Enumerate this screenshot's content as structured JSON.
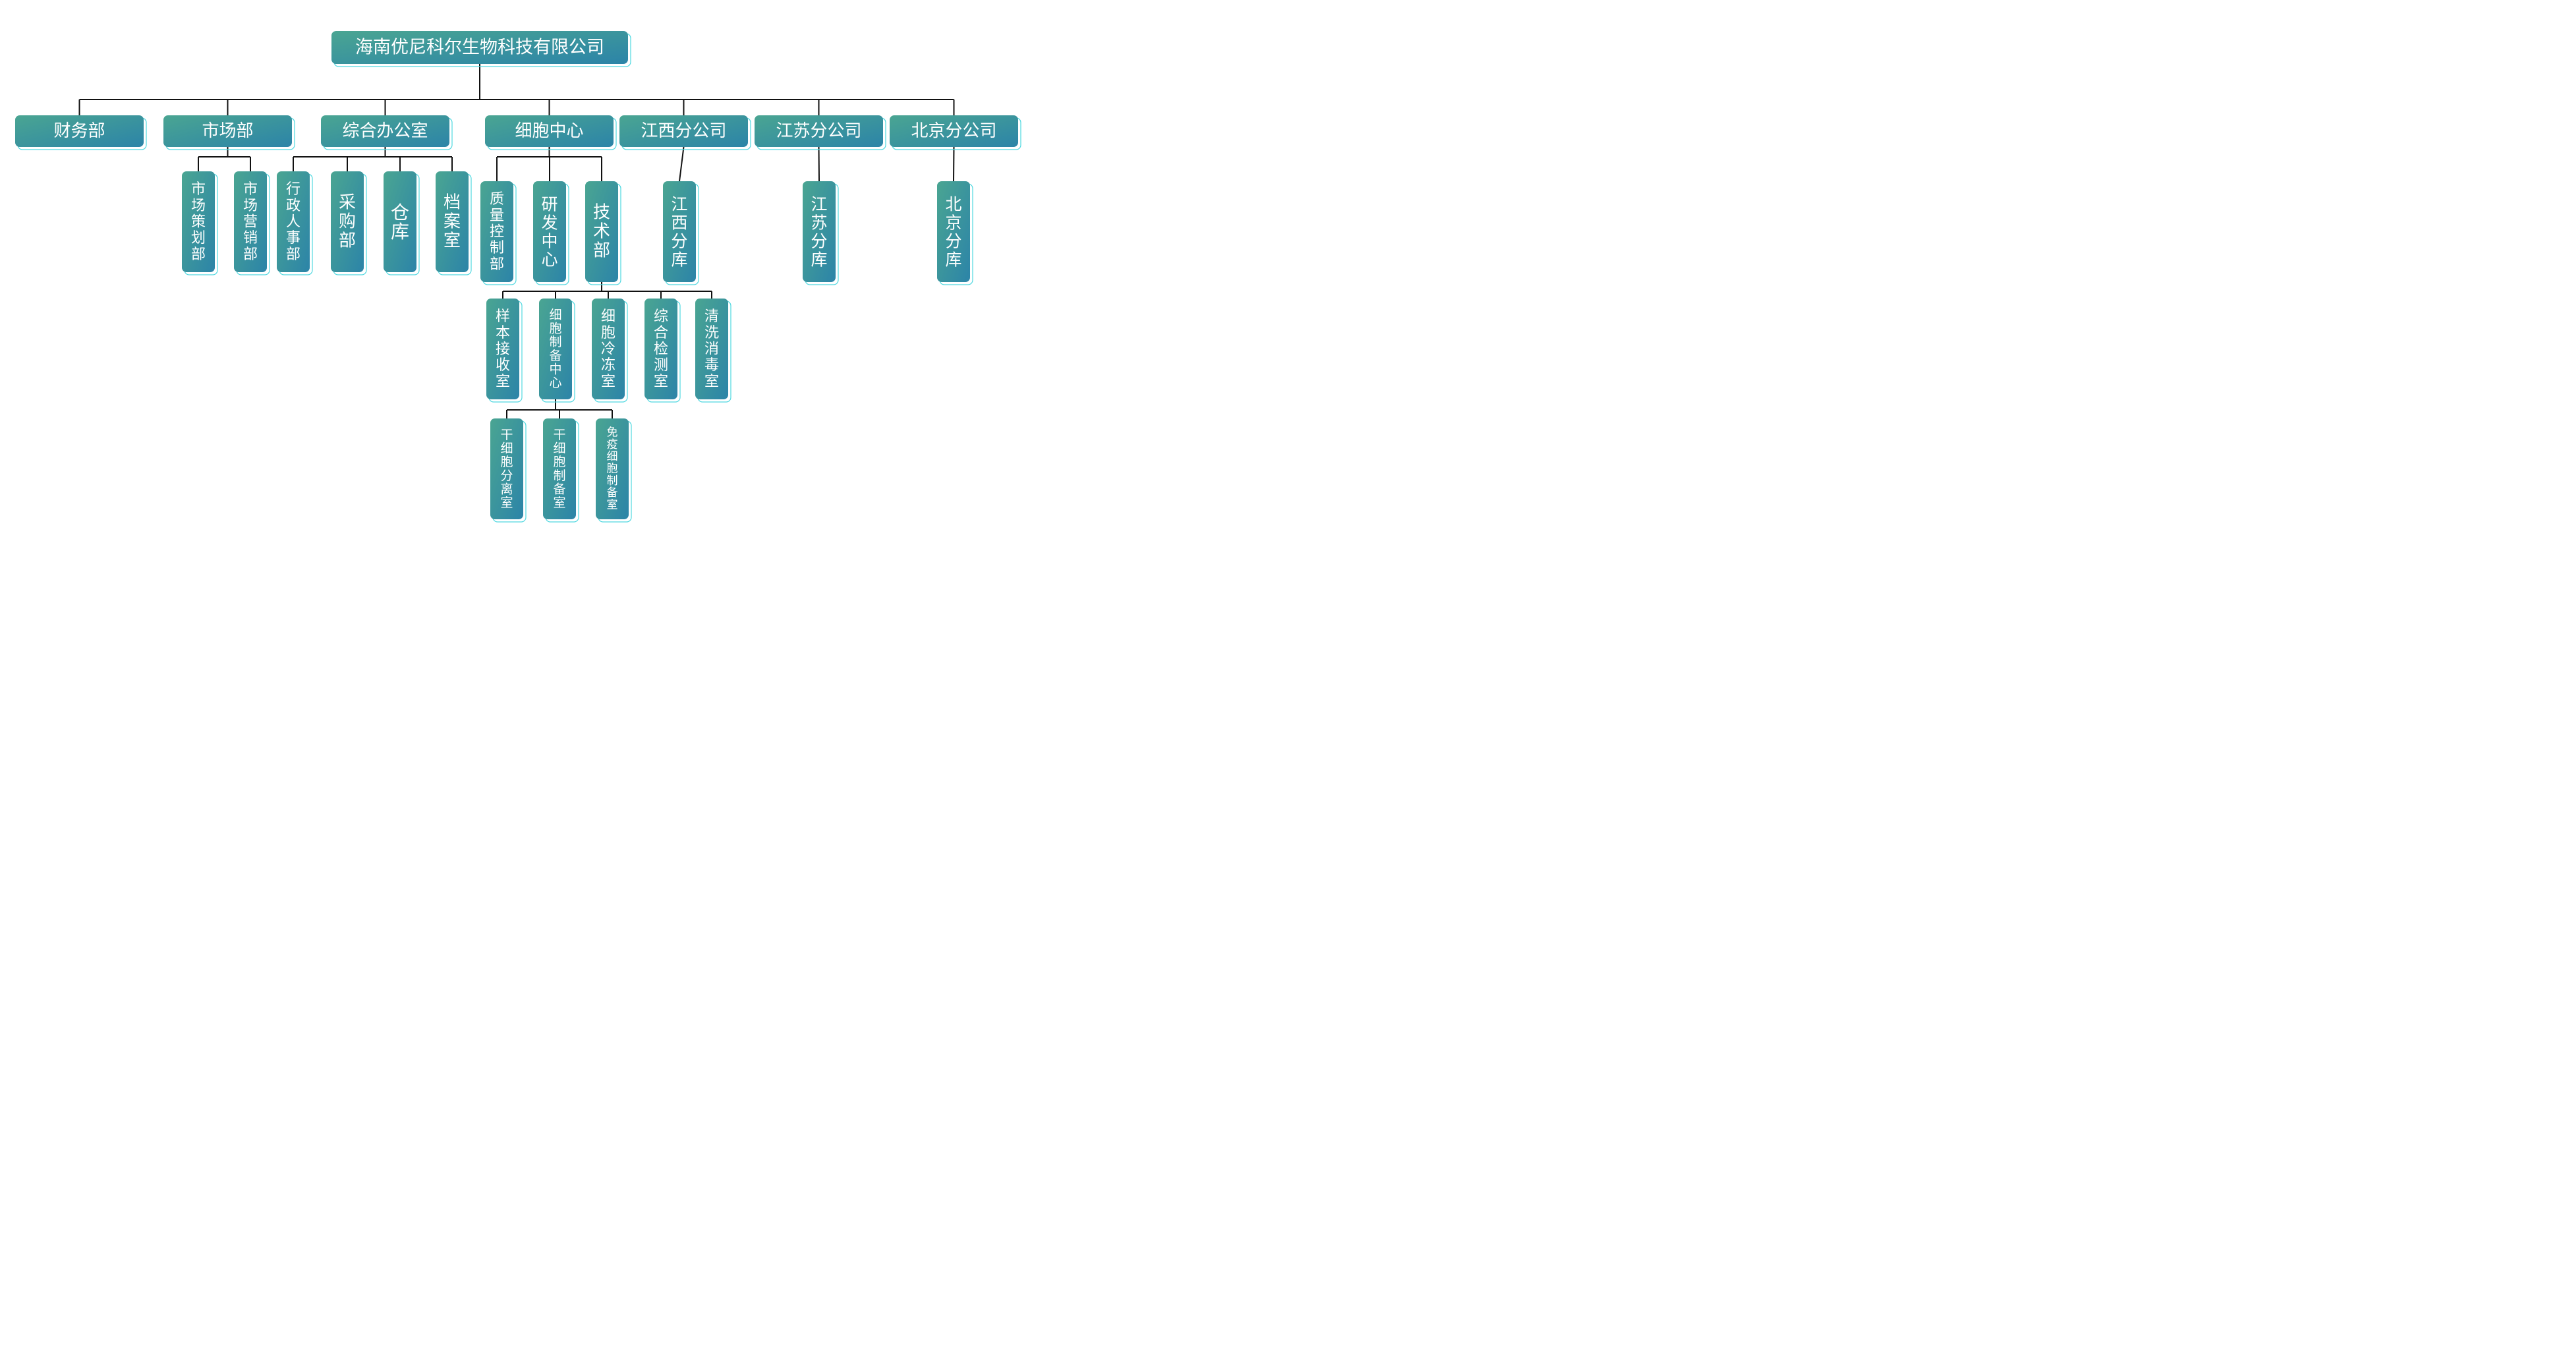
{
  "nodes": [
    {
      "id": "root",
      "label": "海南优尼科尔生物科技有限公司",
      "orient": "h"
    },
    {
      "id": "finance",
      "label": "财务部",
      "orient": "h"
    },
    {
      "id": "market",
      "label": "市场部",
      "orient": "h"
    },
    {
      "id": "office",
      "label": "综合办公室",
      "orient": "h"
    },
    {
      "id": "cell",
      "label": "细胞中心",
      "orient": "h"
    },
    {
      "id": "jiangxi",
      "label": "江西分公司",
      "orient": "h"
    },
    {
      "id": "jiangsu",
      "label": "江苏分公司",
      "orient": "h"
    },
    {
      "id": "beijing",
      "label": "北京分公司",
      "orient": "h"
    },
    {
      "id": "m1",
      "label": "市场策划部",
      "orient": "v"
    },
    {
      "id": "m2",
      "label": "市场营销部",
      "orient": "v"
    },
    {
      "id": "o1",
      "label": "行政人事部",
      "orient": "v"
    },
    {
      "id": "o2",
      "label": "采购部",
      "orient": "v"
    },
    {
      "id": "o3",
      "label": "仓库",
      "orient": "v"
    },
    {
      "id": "o4",
      "label": "档案室",
      "orient": "v"
    },
    {
      "id": "c1",
      "label": "质量控制部",
      "orient": "v"
    },
    {
      "id": "c2",
      "label": "研发中心",
      "orient": "v"
    },
    {
      "id": "c3",
      "label": "技术部",
      "orient": "v"
    },
    {
      "id": "jx1",
      "label": "江西分库",
      "orient": "v"
    },
    {
      "id": "js1",
      "label": "江苏分库",
      "orient": "v"
    },
    {
      "id": "bj1",
      "label": "北京分库",
      "orient": "v"
    },
    {
      "id": "t1",
      "label": "样本接收室",
      "orient": "v"
    },
    {
      "id": "t2",
      "label": "细胞制备中心",
      "orient": "v"
    },
    {
      "id": "t3",
      "label": "细胞冷冻室",
      "orient": "v"
    },
    {
      "id": "t4",
      "label": "综合检测室",
      "orient": "v"
    },
    {
      "id": "t5",
      "label": "清洗消毒室",
      "orient": "v"
    },
    {
      "id": "s1",
      "label": "干细胞分离室",
      "orient": "v"
    },
    {
      "id": "s2",
      "label": "干细胞制备室",
      "orient": "v"
    },
    {
      "id": "s3",
      "label": "免疫细胞制备室",
      "orient": "v"
    }
  ],
  "edges": [
    {
      "parent": "root",
      "children": [
        "finance",
        "market",
        "office",
        "cell",
        "jiangxi",
        "jiangsu",
        "beijing"
      ]
    },
    {
      "parent": "market",
      "children": [
        "m1",
        "m2"
      ]
    },
    {
      "parent": "office",
      "children": [
        "o1",
        "o2",
        "o3",
        "o4"
      ]
    },
    {
      "parent": "cell",
      "children": [
        "c1",
        "c2",
        "c3"
      ]
    },
    {
      "parent": "jiangxi",
      "children": [
        "jx1"
      ]
    },
    {
      "parent": "jiangsu",
      "children": [
        "js1"
      ]
    },
    {
      "parent": "beijing",
      "children": [
        "bj1"
      ]
    },
    {
      "parent": "c3",
      "children": [
        "t1",
        "t2",
        "t3",
        "t4",
        "t5"
      ]
    },
    {
      "parent": "t2",
      "children": [
        "s1",
        "s2",
        "s3"
      ]
    }
  ],
  "colors": {
    "gradient_start": "#4aa592",
    "gradient_end": "#2c84a8",
    "outline": "#4fd8e0",
    "line": "#111111",
    "text": "#ffffff"
  }
}
